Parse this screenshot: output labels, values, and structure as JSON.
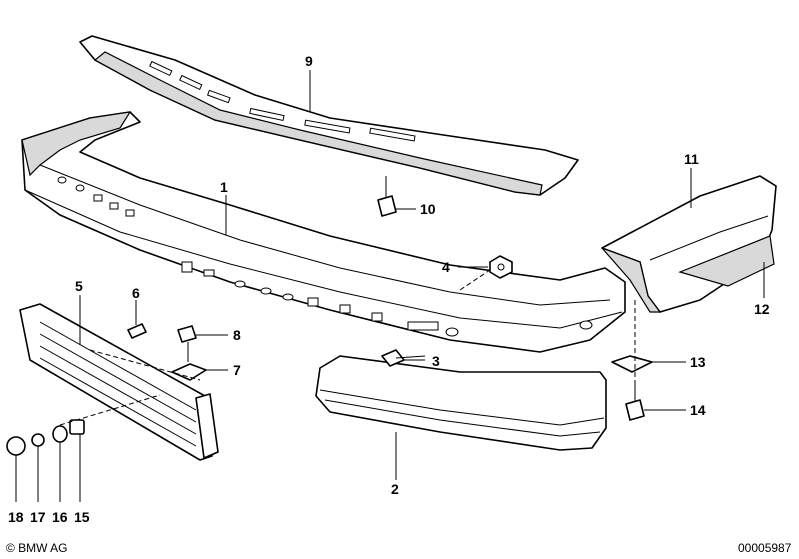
{
  "diagram": {
    "callouts": [
      {
        "id": "c1",
        "label": "1"
      },
      {
        "id": "c2",
        "label": "2"
      },
      {
        "id": "c3",
        "label": "3"
      },
      {
        "id": "c4",
        "label": "4"
      },
      {
        "id": "c5",
        "label": "5"
      },
      {
        "id": "c6",
        "label": "6"
      },
      {
        "id": "c7",
        "label": "7"
      },
      {
        "id": "c8",
        "label": "8"
      },
      {
        "id": "c9",
        "label": "9"
      },
      {
        "id": "c10",
        "label": "10"
      },
      {
        "id": "c11",
        "label": "11"
      },
      {
        "id": "c12",
        "label": "12"
      },
      {
        "id": "c13",
        "label": "13"
      },
      {
        "id": "c14",
        "label": "14"
      },
      {
        "id": "c15",
        "label": "15"
      },
      {
        "id": "c16",
        "label": "16"
      },
      {
        "id": "c17",
        "label": "17"
      },
      {
        "id": "c18",
        "label": "18"
      }
    ]
  },
  "footer": {
    "copyright": "© BMW AG",
    "drawing_number": "00005987"
  }
}
